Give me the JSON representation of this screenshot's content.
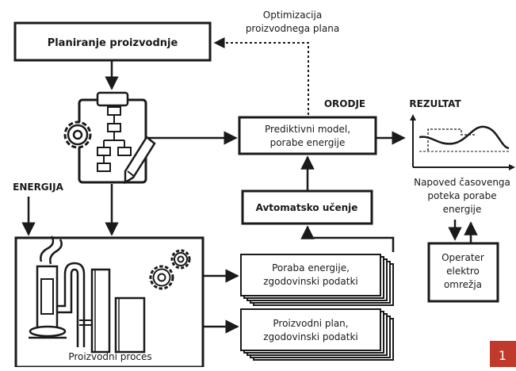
{
  "boxes": {
    "planning": "Planiranje proizvodnje",
    "predictive_line1": "Prediktivni model,",
    "predictive_line2": "porabe energije",
    "ml": "Avtomatsko učenje",
    "consumption_line1": "Poraba energije,",
    "consumption_line2": "zgodovinski podatki",
    "plan_line1": "Proizvodni plan,",
    "plan_line2": "zgodovinski podatki",
    "operator_line1": "Operater",
    "operator_line2": "elektro",
    "operator_line3": "omrežja",
    "process": "Proizvodni proces"
  },
  "labels": {
    "optimization_line1": "Optimizacija",
    "optimization_line2": "proizvodnega plana",
    "tools": "ORODJE",
    "result": "REZULTAT",
    "energy": "ENERGIJA",
    "forecast_line1": "Napoved časovenga",
    "forecast_line2": "poteka porabe",
    "forecast_line3": "energije"
  },
  "figure_number": "1",
  "colors": {
    "ink": "#1a1a1a",
    "page_badge": "#c0392b",
    "badge_text": "#ffffff"
  },
  "icons": [
    "clipboard-flowchart-icon",
    "gear-icon",
    "pencil-icon",
    "factory-icon",
    "gears-icon",
    "line-chart-icon"
  ]
}
